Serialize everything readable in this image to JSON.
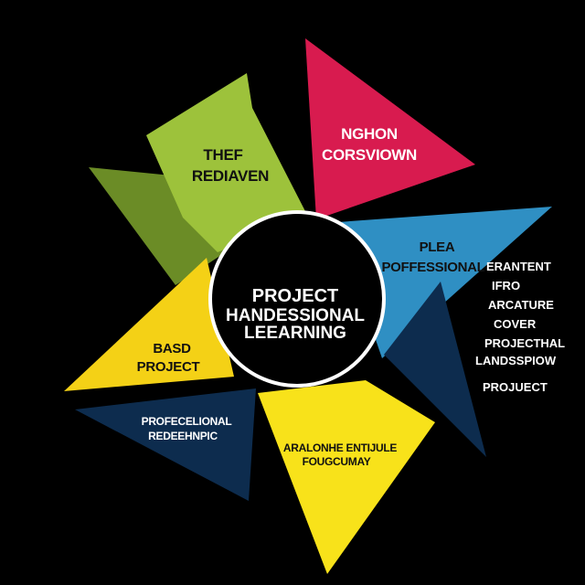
{
  "colors": {
    "background": "#000000",
    "light_green": "#9dc23b",
    "dark_green": "#6b8c26",
    "crimson": "#d81b4f",
    "sky_blue": "#2f8fc3",
    "navy": "#0d2c4e",
    "yellow": "#f4d116",
    "bright_yellow": "#f8e21a",
    "center_fill": "#000000",
    "center_ring": "#ffffff"
  },
  "center": {
    "line1": "PROJECT",
    "line2": "HANDESSIONAL",
    "line3": "LEEARNING"
  },
  "segments": {
    "green": {
      "line1": "THEF",
      "line2": "REDIAVEN"
    },
    "crimson": {
      "line1": "NGHON",
      "line2": "CORSVIOWN"
    },
    "blue": {
      "line1": "PLEA",
      "line2": "POFFESSIONAL"
    },
    "yellow_left": {
      "line1": "BASD",
      "line2": "PROJECT"
    },
    "navy_left": {
      "line1": "PROFECELIONAL",
      "line2": "REDEEHNPIC"
    },
    "yellow_bottom": {
      "line1": "ARALONHE ENTIJULE",
      "line2": "FOUGCUMAY"
    }
  },
  "side_list": [
    "ERANTENT",
    "IFRO",
    "ARCATURE",
    "COVER",
    "PROJECTHAL",
    "LANDSSPIOW",
    "PROJUECT"
  ]
}
